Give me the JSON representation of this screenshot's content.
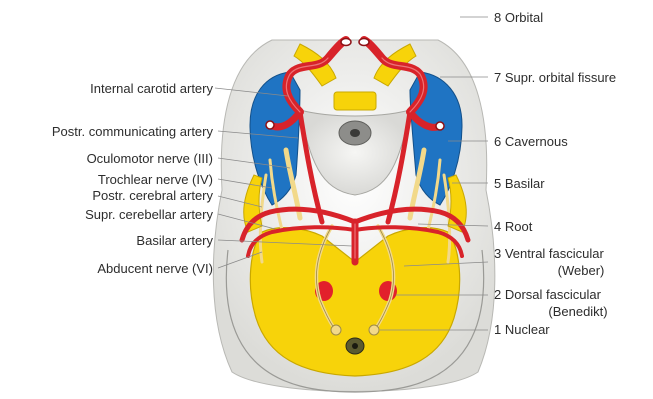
{
  "colors": {
    "artery": "#d8232a",
    "artery_dark": "#8e1116",
    "sinus": "#1f74c3",
    "brainstem": "#f7d30a",
    "nerve": "#f2d98a",
    "lesion": "#e2202b",
    "tissue": "#e7e7e3",
    "leader": "#8a8a8a"
  },
  "left_labels": [
    {
      "id": "ica",
      "text": "Internal carotid artery"
    },
    {
      "id": "pcom",
      "text": "Postr. communicating artery"
    },
    {
      "id": "cn3",
      "text": "Oculomotor nerve (III)"
    },
    {
      "id": "cn4",
      "text": "Trochlear nerve (IV)"
    },
    {
      "id": "pca",
      "text": "Postr. cerebral artery"
    },
    {
      "id": "sca",
      "text": "Supr. cerebellar artery"
    },
    {
      "id": "basilar_artery",
      "text": "Basilar artery"
    },
    {
      "id": "cn6",
      "text": "Abducent nerve (VI)"
    }
  ],
  "right_labels": [
    {
      "id": "orbital",
      "text": "8 Orbital"
    },
    {
      "id": "orbital_fissure",
      "text": "7 Supr. orbital fissure"
    },
    {
      "id": "cavernous",
      "text": "6 Cavernous"
    },
    {
      "id": "basilar",
      "text": "5 Basilar"
    },
    {
      "id": "root",
      "text": "4 Root"
    },
    {
      "id": "ventral",
      "text": "3 Ventral fascicular",
      "sub": "(Weber)"
    },
    {
      "id": "dorsal",
      "text": "2 Dorsal fascicular",
      "sub": "(Benedikt)"
    },
    {
      "id": "nuclear",
      "text": "1 Nuclear"
    }
  ]
}
